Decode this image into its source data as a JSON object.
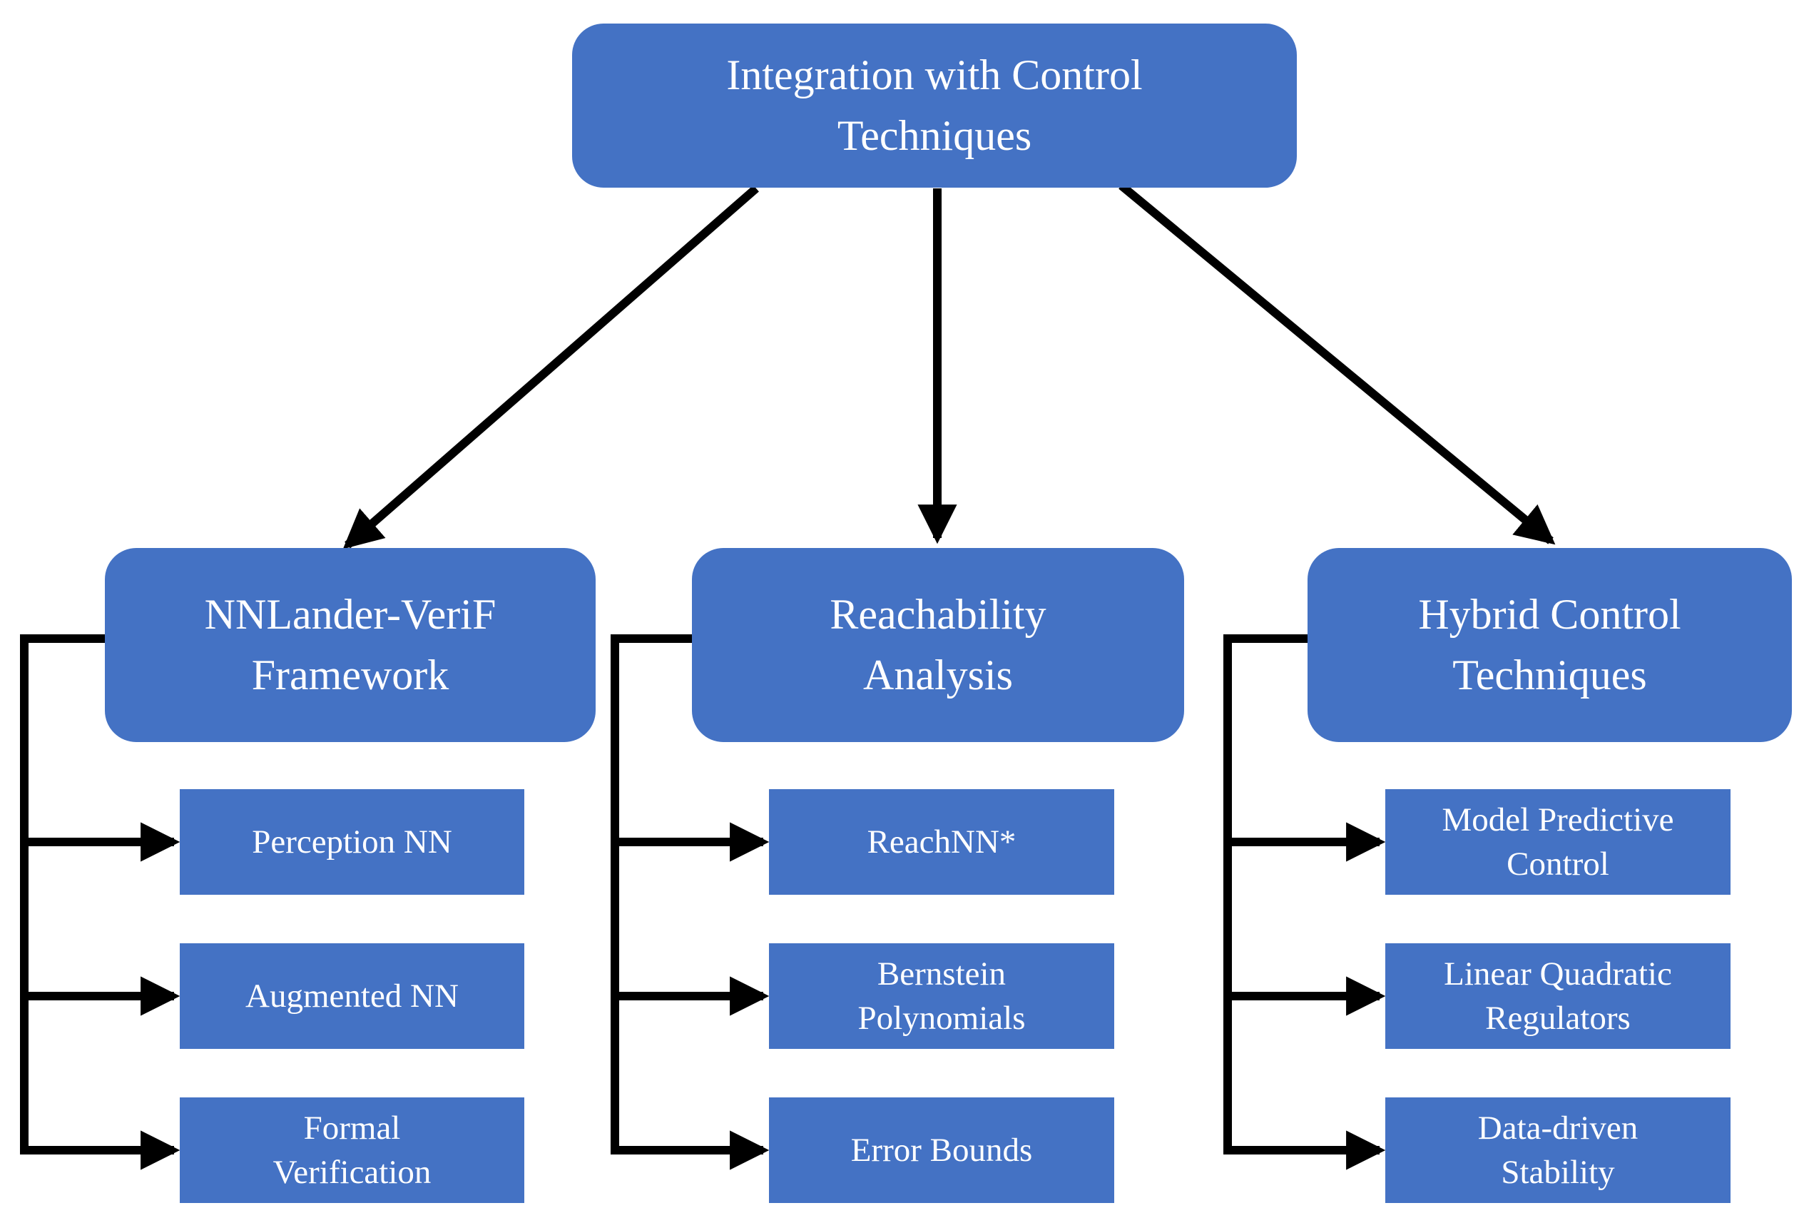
{
  "colors": {
    "node_fill": "#4472C4",
    "node_text": "#FFFFFF",
    "connector": "#000000",
    "background": "#FFFFFF"
  },
  "root": {
    "label": "Integration with Control\nTechniques"
  },
  "branches": [
    {
      "label": "NNLander-VeriF\nFramework",
      "children": [
        "Perception NN",
        "Augmented NN",
        "Formal\nVerification"
      ]
    },
    {
      "label": "Reachability\nAnalysis",
      "children": [
        "ReachNN*",
        "Bernstein\nPolynomials",
        "Error Bounds"
      ]
    },
    {
      "label": "Hybrid Control\nTechniques",
      "children": [
        "Model Predictive\nControl",
        "Linear Quadratic\nRegulators",
        "Data-driven\nStability"
      ]
    }
  ]
}
